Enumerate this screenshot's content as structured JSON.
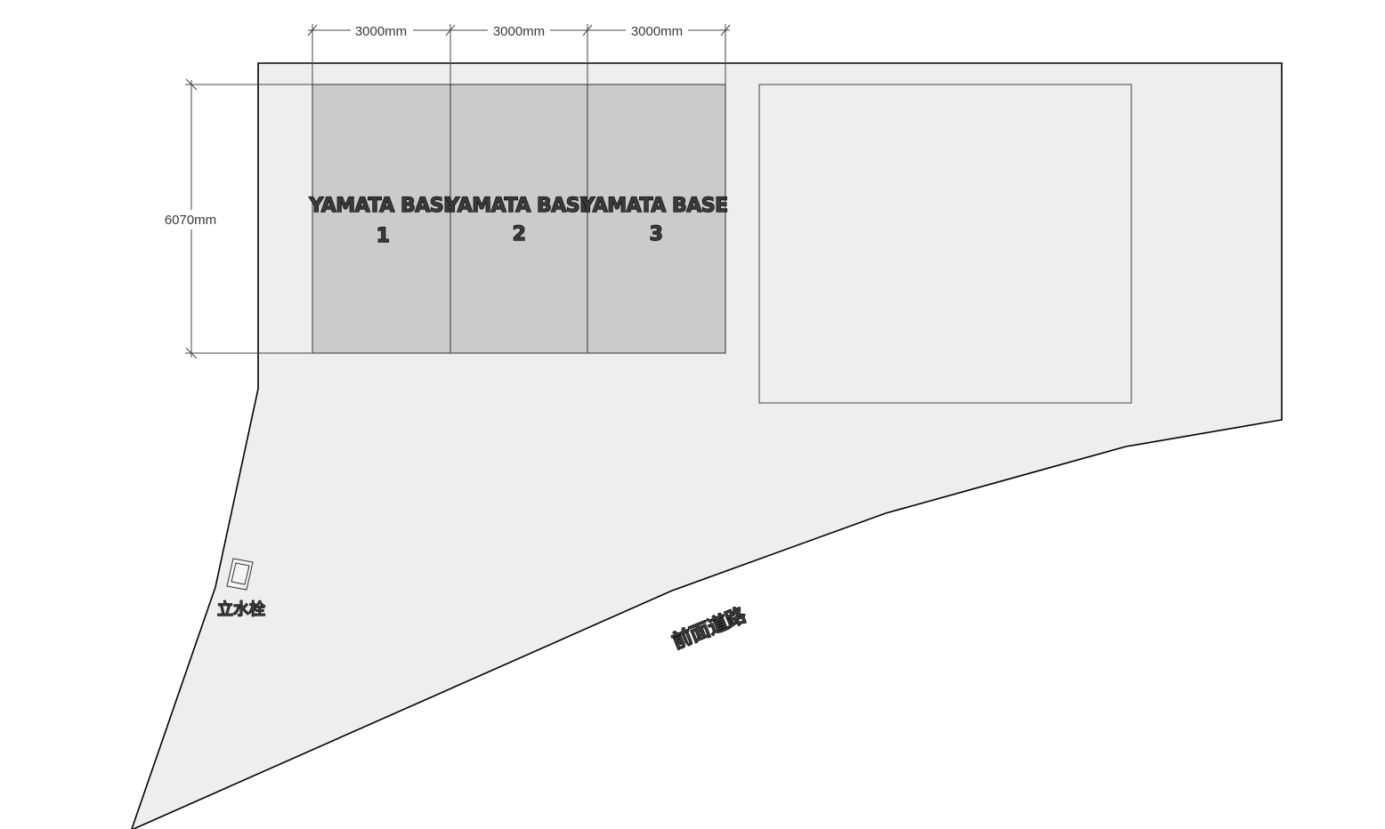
{
  "dimensions": {
    "width_1": "3000mm",
    "width_2": "3000mm",
    "width_3": "3000mm",
    "depth": "6070mm"
  },
  "units": [
    {
      "name": "YAMATA BASE",
      "number": "1"
    },
    {
      "name": "YAMATA BASE",
      "number": "2"
    },
    {
      "name": "YAMATA BASE",
      "number": "3"
    }
  ],
  "labels": {
    "water_faucet": "立水栓",
    "front_road": "前面道路"
  },
  "colors": {
    "lot_fill": "#eeeeee",
    "unit_fill": "#cbcbcb",
    "outline": "#000000"
  }
}
